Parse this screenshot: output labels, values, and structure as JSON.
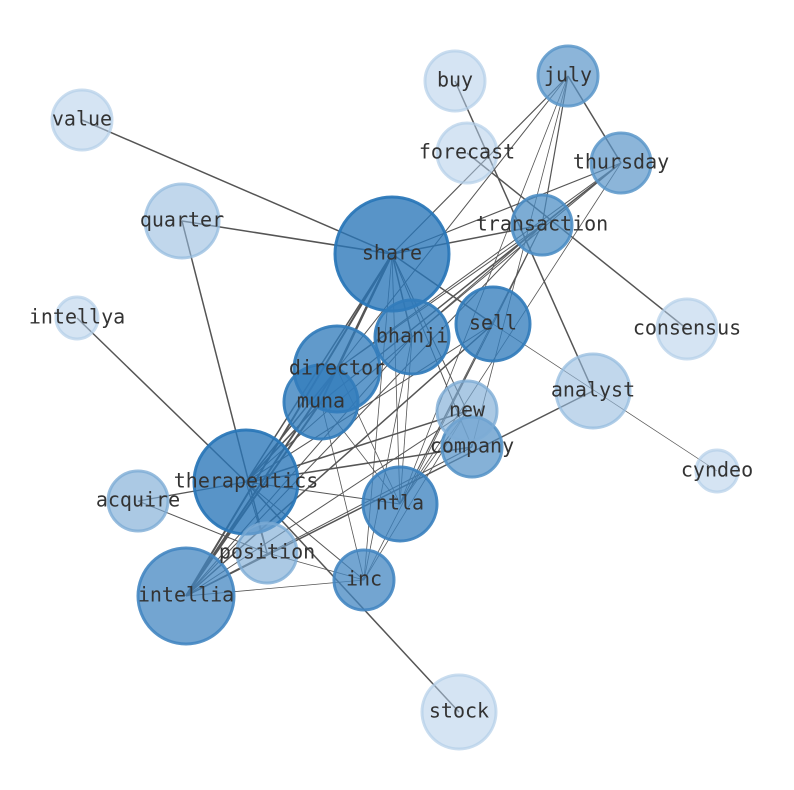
{
  "graph": {
    "nodes": [
      {
        "id": "share",
        "label": "share",
        "shade": 0.95
      },
      {
        "id": "therapeutics",
        "label": "therapeutics",
        "shade": 0.95
      },
      {
        "id": "intellia",
        "label": "intellia",
        "shade": 0.8
      },
      {
        "id": "director",
        "label": "director",
        "shade": 0.9
      },
      {
        "id": "bhanji",
        "label": "bhanji",
        "shade": 0.9
      },
      {
        "id": "sell",
        "label": "sell",
        "shade": 0.9
      },
      {
        "id": "muna",
        "label": "muna",
        "shade": 0.9
      },
      {
        "id": "ntla",
        "label": "ntla",
        "shade": 0.85
      },
      {
        "id": "inc",
        "label": "inc",
        "shade": 0.8
      },
      {
        "id": "transaction",
        "label": "transaction",
        "shade": 0.75
      },
      {
        "id": "thursday",
        "label": "thursday",
        "shade": 0.65
      },
      {
        "id": "july",
        "label": "july",
        "shade": 0.65
      },
      {
        "id": "company",
        "label": "company",
        "shade": 0.7
      },
      {
        "id": "new",
        "label": "new",
        "shade": 0.45
      },
      {
        "id": "position",
        "label": "position",
        "shade": 0.45
      },
      {
        "id": "acquire",
        "label": "acquire",
        "shade": 0.45
      },
      {
        "id": "analyst",
        "label": "analyst",
        "shade": 0.3
      },
      {
        "id": "quarter",
        "label": "quarter",
        "shade": 0.3
      },
      {
        "id": "forecast",
        "label": "forecast",
        "shade": 0.12
      },
      {
        "id": "buy",
        "label": "buy",
        "shade": 0.12
      },
      {
        "id": "value",
        "label": "value",
        "shade": 0.12
      },
      {
        "id": "intellya",
        "label": "intellya",
        "shade": 0.12
      },
      {
        "id": "consensus",
        "label": "consensus",
        "shade": 0.12
      },
      {
        "id": "cyndeo",
        "label": "cyndeo",
        "shade": 0.12
      },
      {
        "id": "stock",
        "label": "stock",
        "shade": 0.12
      }
    ],
    "edges": [
      [
        "share",
        "value",
        1.5
      ],
      [
        "share",
        "quarter",
        1.5
      ],
      [
        "share",
        "transaction",
        1.5
      ],
      [
        "share",
        "thursday",
        1.2
      ],
      [
        "share",
        "july",
        1.2
      ],
      [
        "share",
        "director",
        2.5
      ],
      [
        "share",
        "muna",
        2
      ],
      [
        "share",
        "bhanji",
        1.5
      ],
      [
        "share",
        "sell",
        1.5
      ],
      [
        "share",
        "new",
        1
      ],
      [
        "share",
        "company",
        1
      ],
      [
        "share",
        "ntla",
        0.8
      ],
      [
        "share",
        "inc",
        0.8
      ],
      [
        "share",
        "intellia",
        2
      ],
      [
        "share",
        "therapeutics",
        1.5
      ],
      [
        "therapeutics",
        "intellya",
        1.5
      ],
      [
        "therapeutics",
        "acquire",
        1.2
      ],
      [
        "therapeutics",
        "stock",
        1.5
      ],
      [
        "therapeutics",
        "position",
        1
      ],
      [
        "therapeutics",
        "ntla",
        1
      ],
      [
        "therapeutics",
        "inc",
        1
      ],
      [
        "therapeutics",
        "company",
        1.5
      ],
      [
        "therapeutics",
        "new",
        1.5
      ],
      [
        "therapeutics",
        "muna",
        1.5
      ],
      [
        "therapeutics",
        "director",
        1.5
      ],
      [
        "therapeutics",
        "bhanji",
        1
      ],
      [
        "therapeutics",
        "sell",
        1
      ],
      [
        "quarter",
        "position",
        1.5
      ],
      [
        "intellia",
        "director",
        2
      ],
      [
        "intellia",
        "muna",
        2
      ],
      [
        "intellia",
        "analyst",
        1.5
      ],
      [
        "intellia",
        "sell",
        1.5
      ],
      [
        "intellia",
        "transaction",
        1
      ],
      [
        "intellia",
        "inc",
        0.8
      ],
      [
        "intellia",
        "bhanji",
        1
      ],
      [
        "intellia",
        "company",
        1
      ],
      [
        "intellia",
        "new",
        1
      ],
      [
        "muna",
        "transaction",
        1
      ],
      [
        "muna",
        "thursday",
        1
      ],
      [
        "muna",
        "inc",
        0.8
      ],
      [
        "muna",
        "ntla",
        0.8
      ],
      [
        "director",
        "july",
        1
      ],
      [
        "director",
        "transaction",
        1
      ],
      [
        "director",
        "ntla",
        0.8
      ],
      [
        "director",
        "thursday",
        1
      ],
      [
        "bhanji",
        "transaction",
        1
      ],
      [
        "bhanji",
        "thursday",
        1
      ],
      [
        "bhanji",
        "ntla",
        0.8
      ],
      [
        "bhanji",
        "inc",
        0.8
      ],
      [
        "sell",
        "transaction",
        1
      ],
      [
        "sell",
        "cyndeo",
        0.7
      ],
      [
        "sell",
        "ntla",
        0.8
      ],
      [
        "sell",
        "inc",
        0.8
      ],
      [
        "buy",
        "analyst",
        1.5
      ],
      [
        "forecast",
        "consensus",
        1.5
      ],
      [
        "july",
        "thursday",
        1.5
      ],
      [
        "july",
        "transaction",
        1.2
      ],
      [
        "july",
        "ntla",
        0.8
      ],
      [
        "july",
        "company",
        0.8
      ],
      [
        "thursday",
        "transaction",
        1.2
      ],
      [
        "thursday",
        "ntla",
        0.8
      ],
      [
        "transaction",
        "ntla",
        0.8
      ],
      [
        "ntla",
        "new",
        0.8
      ],
      [
        "inc",
        "new",
        0.8
      ],
      [
        "position",
        "inc",
        0.8
      ],
      [
        "acquire",
        "position",
        1
      ]
    ]
  }
}
